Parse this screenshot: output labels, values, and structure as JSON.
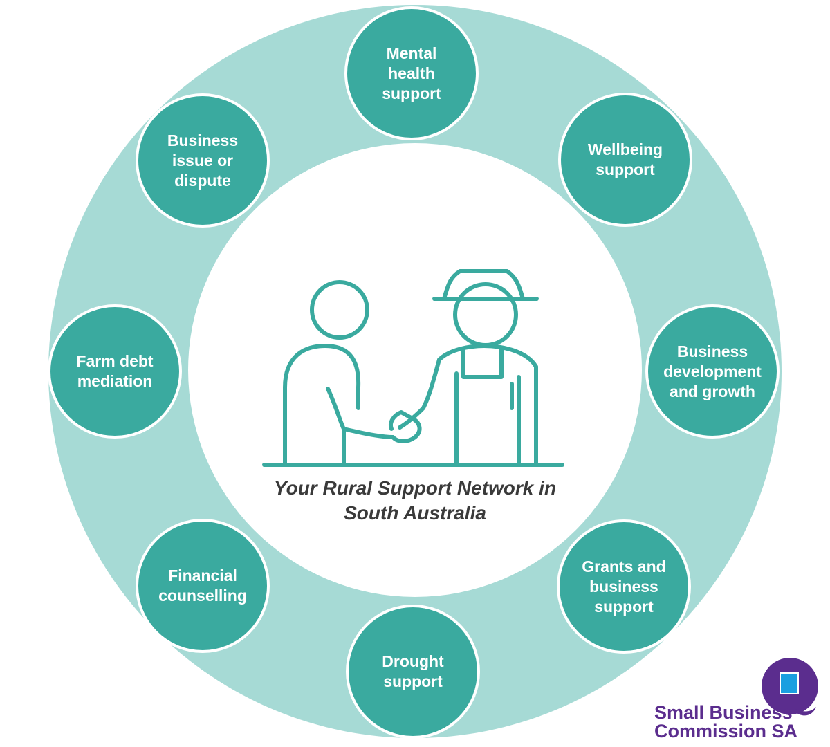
{
  "center": {
    "title": "Your Rural Support Network in\nSouth Australia"
  },
  "nodes": [
    {
      "label": "Mental\nhealth\nsupport"
    },
    {
      "label": "Wellbeing\nsupport"
    },
    {
      "label": "Business\ndevelopment\nand growth"
    },
    {
      "label": "Grants and\nbusiness\nsupport"
    },
    {
      "label": "Drought\nsupport"
    },
    {
      "label": "Financial\ncounselling"
    },
    {
      "label": "Farm debt\nmediation"
    },
    {
      "label": "Business\nissue or\ndispute"
    }
  ],
  "logo": {
    "text": "Small Business\nCommission SA"
  },
  "colors": {
    "ring": "#a6dad5",
    "node": "#3aaa9f",
    "outline": "#3aaa9f",
    "title_text": "#3a3a3a",
    "logo_purple": "#5b2d8e",
    "logo_blue": "#1a9fe0"
  },
  "icons": {
    "illustration": "handshake-farmer-icon",
    "logo": "speech-bubble-logo-icon"
  }
}
